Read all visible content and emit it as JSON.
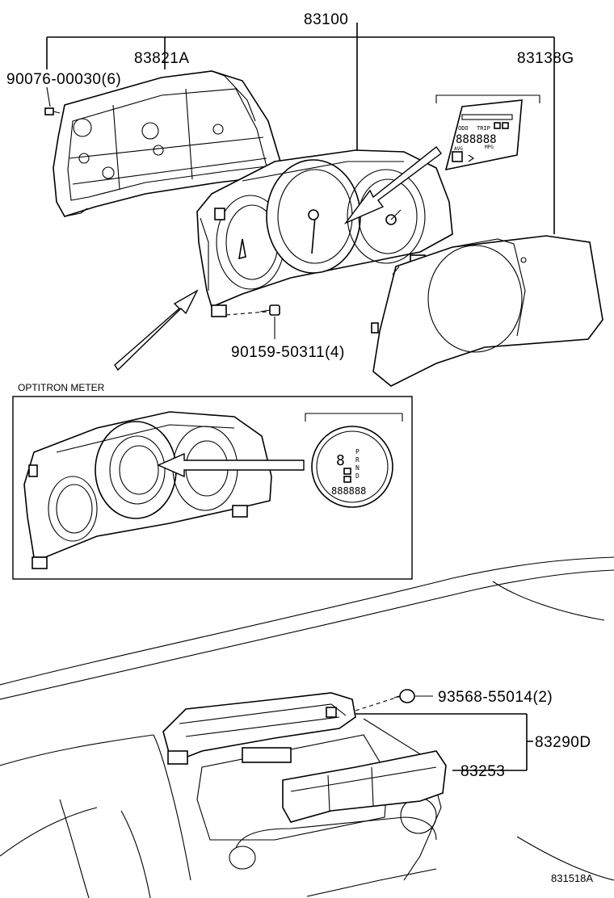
{
  "callouts": {
    "assembly": "83100",
    "case": "83821A",
    "case_screw": "90076-00030(6)",
    "glass": "83138G",
    "meter_screw": "90159-50311(4)",
    "section_title": "OPTITRON METER",
    "clip": "93568-55014(2)",
    "display": "83290D",
    "display_lens": "83253",
    "figure_id": "831518A"
  },
  "lcd_panel": {
    "odo": "ODO",
    "trip": "TRIP",
    "avg": "AVG",
    "mpg": "MPG",
    "digits": "888888"
  },
  "optitron_lcd": {
    "gear": "8",
    "p": "P",
    "r": "R",
    "n": "N",
    "d": "D",
    "digits": "888888"
  }
}
